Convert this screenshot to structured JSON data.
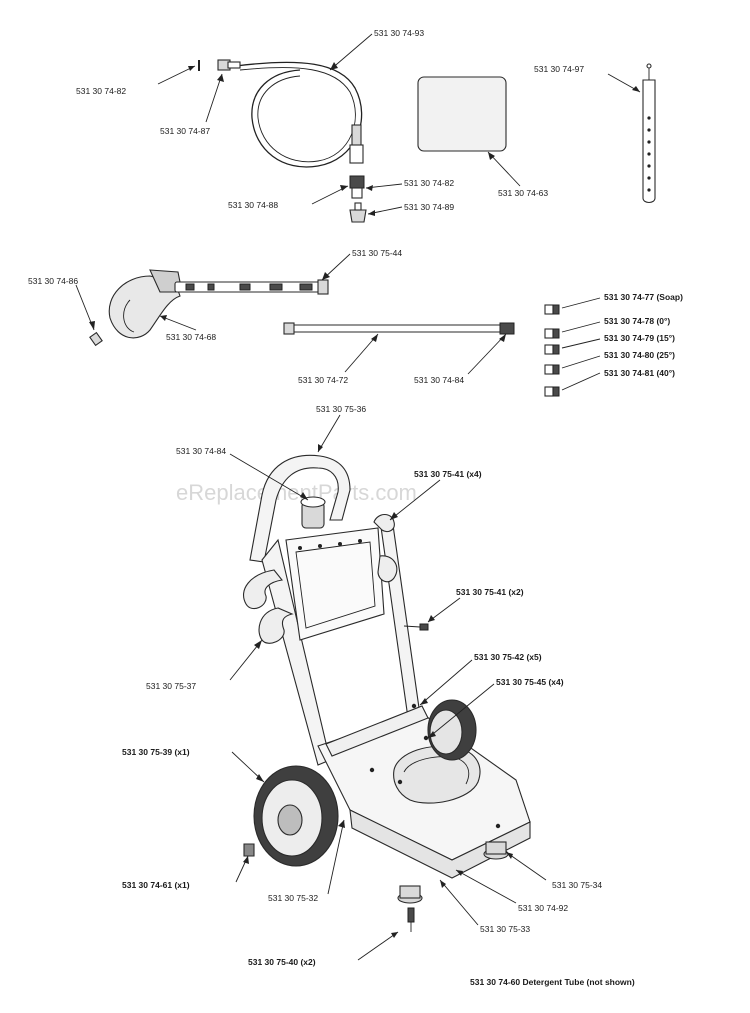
{
  "watermark": "eReplacementParts.com",
  "footer_note": "531 30 74-60 Detergent Tube (not shown)",
  "callouts": {
    "p93": "531 30 74-93",
    "p82a": "531 30 74-82",
    "p87": "531 30 74-87",
    "p97": "531 30 74-97",
    "p63": "531 30 74-63",
    "p88": "531 30 74-88",
    "p82b": "531 30 74-82",
    "p89": "531 30 74-89",
    "p7544": "531 30 75-44",
    "p86": "531 30 74-86",
    "p68": "531 30 74-68",
    "p77": "531 30 74-77 (Soap)",
    "p78": "531 30 74-78 (0°)",
    "p79": "531 30 74-79 (15°)",
    "p80": "531 30 74-80 (25°)",
    "p81": "531 30 74-81 (40°)",
    "p72": "531 30 74-72",
    "p84a": "531 30 74-84",
    "p7536": "531 30 75-36",
    "p84b": "531 30 74-84",
    "p7541a": "531 30 75-41 (x4)",
    "p7541b": "531 30 75-41 (x2)",
    "p7537": "531 30 75-37",
    "p7542": "531 30 75-42 (x5)",
    "p7545": "531 30 75-45 (x4)",
    "p7539": "531 30 75-39 (x1)",
    "p61": "531 30 74-61 (x1)",
    "p7532": "531 30 75-32",
    "p7534": "531 30 75-34",
    "p92": "531 30 74-92",
    "p7533": "531 30 75-33",
    "p7540": "531 30 75-40 (x2)"
  }
}
